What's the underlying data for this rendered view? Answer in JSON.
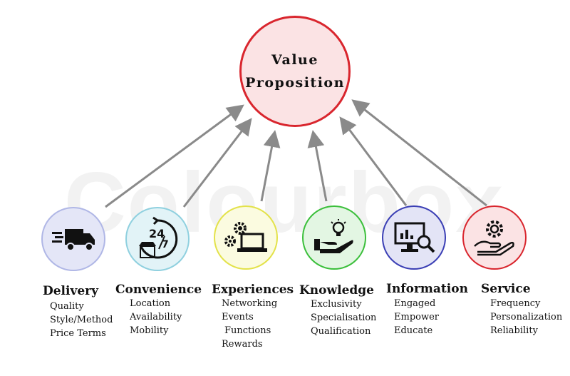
{
  "center": {
    "line1": "Value",
    "line2": "Proposition"
  },
  "watermark": "Colourbox",
  "categories": [
    {
      "title": "Delivery",
      "icon": "delivery-truck-icon",
      "color": "#b0b7e6",
      "fill": "#e4e6f7",
      "items": [
        "Quality",
        "Style/Method",
        "Price Terms"
      ]
    },
    {
      "title": "Convenience",
      "icon": "24-7-store-icon",
      "color": "#8fd0df",
      "fill": "#e2f3f7",
      "items": [
        "Location",
        "Availability",
        "Mobility"
      ]
    },
    {
      "title": "Experiences",
      "icon": "laptop-gears-icon",
      "color": "#e3e24a",
      "fill": "#fbfbe0",
      "items": [
        "Networking",
        "Events",
        "Functions",
        "Rewards"
      ]
    },
    {
      "title": "Knowledge",
      "icon": "lightbulb-hand-icon",
      "color": "#3bbf3b",
      "fill": "#e3f6e3",
      "items": [
        "Exclusivity",
        "Specialisation",
        "Qualification"
      ]
    },
    {
      "title": "Information",
      "icon": "monitor-search-icon",
      "color": "#3b3fb5",
      "fill": "#e3e4f6",
      "items": [
        "Engaged",
        "Empower",
        "Educate"
      ]
    },
    {
      "title": "Service",
      "icon": "gear-hand-icon",
      "color": "#d9262e",
      "fill": "#fbe3e4",
      "items": [
        "Frequency",
        "Personalization",
        "Reliability"
      ]
    }
  ]
}
